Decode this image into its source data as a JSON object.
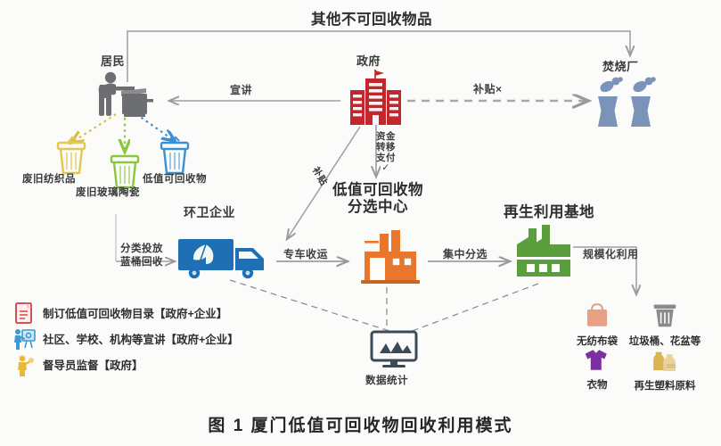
{
  "figure": {
    "caption": "图 1  厦门低值可回收物回收利用模式",
    "top_flow_label": "其他不可回收物品"
  },
  "nodes": {
    "resident": {
      "label": "居民",
      "icon": "resident-throwing-trash-icon",
      "color": "#6d6e71"
    },
    "government": {
      "label": "政府",
      "icon": "government-building-icon",
      "color": "#c1272d"
    },
    "incinerator": {
      "label": "焚烧厂",
      "icon": "incinerator-smokestacks-icon",
      "color": "#7b93b8"
    },
    "sanitation_enterprise": {
      "label": "环卫企业",
      "icon": "collection-truck-icon",
      "color": "#1f6fb5"
    },
    "sorting_center": {
      "label": "低值可回收物\n分选中心",
      "icon": "sorting-factory-icon",
      "color": "#e8762c"
    },
    "recycling_base": {
      "label": "再生利用基地",
      "icon": "recycling-factory-icon",
      "color": "#5a9e3d"
    },
    "data_statistics": {
      "label": "数据统计",
      "icon": "monitor-chart-icon",
      "color": "#3b4a5a"
    }
  },
  "bins": [
    {
      "label": "废旧纺织品",
      "color": "#e8c547",
      "icon": "trash-bin-icon"
    },
    {
      "label": "废旧玻璃陶瓷",
      "color": "#8cc63f",
      "icon": "trash-bin-icon"
    },
    {
      "label": "低值可回收物",
      "color": "#3b8fd4",
      "icon": "trash-bin-icon"
    }
  ],
  "flows": [
    {
      "id": "publicity",
      "label": "宣讲",
      "from": "government",
      "to": "resident",
      "style": "solid"
    },
    {
      "id": "subsidy-incinerator",
      "label": "补贴×",
      "from": "government",
      "to": "incinerator",
      "style": "dashed"
    },
    {
      "id": "fund-transfer",
      "label": "资金\n转移\n支付\n✓",
      "from": "government",
      "to": "sorting_center",
      "style": "solid"
    },
    {
      "id": "subsidy-sanitation",
      "label": "补贴",
      "from": "government",
      "to": "sanitation_enterprise",
      "style": "solid"
    },
    {
      "id": "sorted-drop",
      "label": "分类投放\n蓝桶回收",
      "from": "bins",
      "to": "sanitation_enterprise",
      "style": "solid"
    },
    {
      "id": "dedicated-transport",
      "label": "专车收运",
      "from": "sanitation_enterprise",
      "to": "sorting_center",
      "style": "solid"
    },
    {
      "id": "central-sorting",
      "label": "集中分选",
      "from": "sorting_center",
      "to": "recycling_base",
      "style": "solid"
    },
    {
      "id": "scale-utilization",
      "label": "规模化利用",
      "from": "recycling_base",
      "to": "products",
      "style": "solid"
    },
    {
      "id": "non-recyclable",
      "label": "其他不可回收物品",
      "from": "resident",
      "to": "incinerator",
      "style": "solid"
    }
  ],
  "products": [
    {
      "label": "无纺布袋",
      "icon": "shopping-bag-icon",
      "color": "#e8a085"
    },
    {
      "label": "垃圾桶、花盆等",
      "icon": "trash-can-icon",
      "color": "#8a8a8a"
    },
    {
      "label": "衣物",
      "icon": "tshirt-icon",
      "color": "#7b2fa0"
    },
    {
      "label": "再生塑料原料",
      "icon": "plastic-bottles-icon",
      "color": "#d9b451"
    }
  ],
  "legend": [
    {
      "icon": "document-list-icon",
      "color": "#d94f4f",
      "text": "制订低值可回收物目录【政府+企业】"
    },
    {
      "icon": "presenter-board-icon",
      "color": "#3b9ad4",
      "text": "社区、学校、机构等宣讲【政府+企业】"
    },
    {
      "icon": "supervisor-person-icon",
      "color": "#e8b93f",
      "text": "督导员监督【政府】"
    }
  ]
}
